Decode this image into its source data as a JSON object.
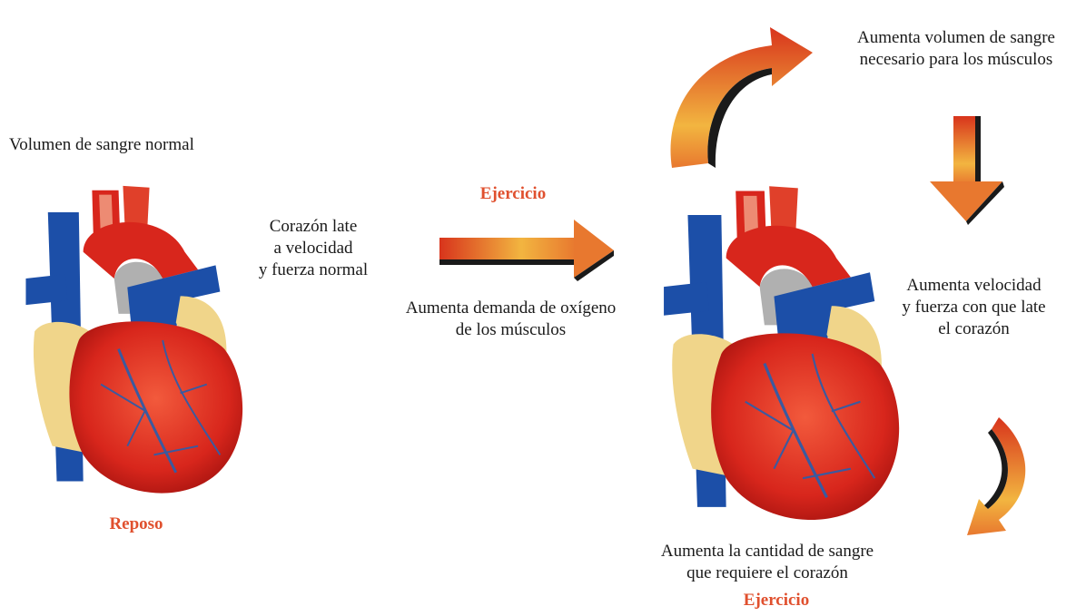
{
  "left": {
    "title": "Volumen de sangre normal",
    "beat": [
      "Corazón late",
      "a velocidad",
      "y fuerza normal"
    ],
    "state": "Reposo"
  },
  "middle": {
    "label": "Ejercicio",
    "demand": [
      "Aumenta demanda de oxígeno",
      "de los músculos"
    ]
  },
  "right": {
    "volume": [
      "Aumenta volumen de sangre",
      "necesario para los músculos"
    ],
    "speed": [
      "Aumenta velocidad",
      "y fuerza con que late",
      "el corazón"
    ],
    "blood": [
      "Aumenta la cantidad de sangre",
      "que requiere el corazón"
    ],
    "state": "Ejercicio"
  },
  "colors": {
    "arrow_orange": "#e8782f",
    "arrow_yellow": "#f2c84a",
    "heart_red": "#d8261c",
    "vessel_blue": "#1c4fa8",
    "fat_yellow": "#f0d58a",
    "label_red": "#e0502e"
  }
}
